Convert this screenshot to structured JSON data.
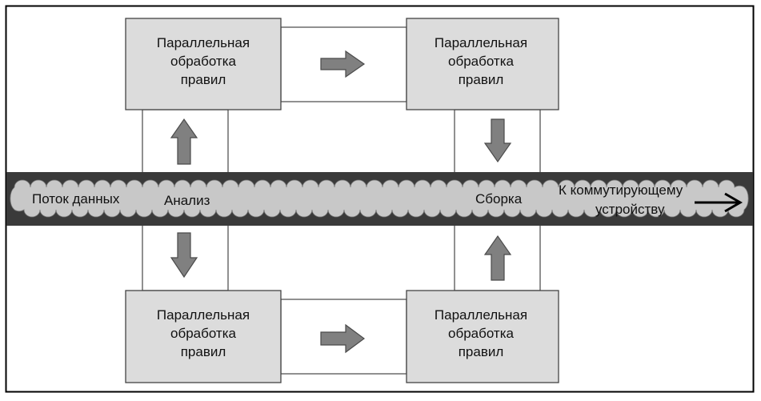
{
  "diagram": {
    "stream": {
      "label": "Поток данных",
      "analysis_label": "Анализ",
      "assembly_label": "Сборка",
      "output_label_line1": "К коммутирующему",
      "output_label_line2": "устройству"
    },
    "boxes": [
      {
        "id": "top-left",
        "lines": [
          "Параллельная",
          "обработка",
          "правил"
        ]
      },
      {
        "id": "top-right",
        "lines": [
          "Параллельная",
          "обработка",
          "правил"
        ]
      },
      {
        "id": "bottom-left",
        "lines": [
          "Параллельная",
          "обработка",
          "правил"
        ]
      },
      {
        "id": "bottom-right",
        "lines": [
          "Параллельная",
          "обработка",
          "правил"
        ]
      }
    ],
    "colors": {
      "box_fill": "#dcdcdc",
      "stream_band": "#3a3a3a",
      "stream_cloud": "#c8c8c8",
      "arrow_fill": "#808080"
    }
  }
}
